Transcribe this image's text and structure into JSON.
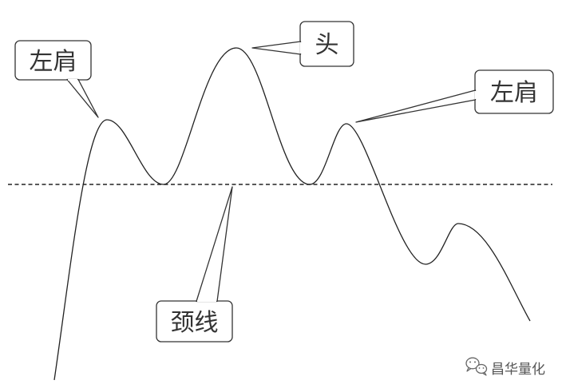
{
  "labels": {
    "left_shoulder": "左肩",
    "head": "头",
    "right_shoulder": "左肩",
    "neckline": "颈线"
  },
  "watermark": {
    "text": "昌华量化",
    "icon": "wechat-icon"
  },
  "colors": {
    "line": "#222222",
    "callout_border": "#333333",
    "text": "#333333",
    "background": "#ffffff"
  }
}
